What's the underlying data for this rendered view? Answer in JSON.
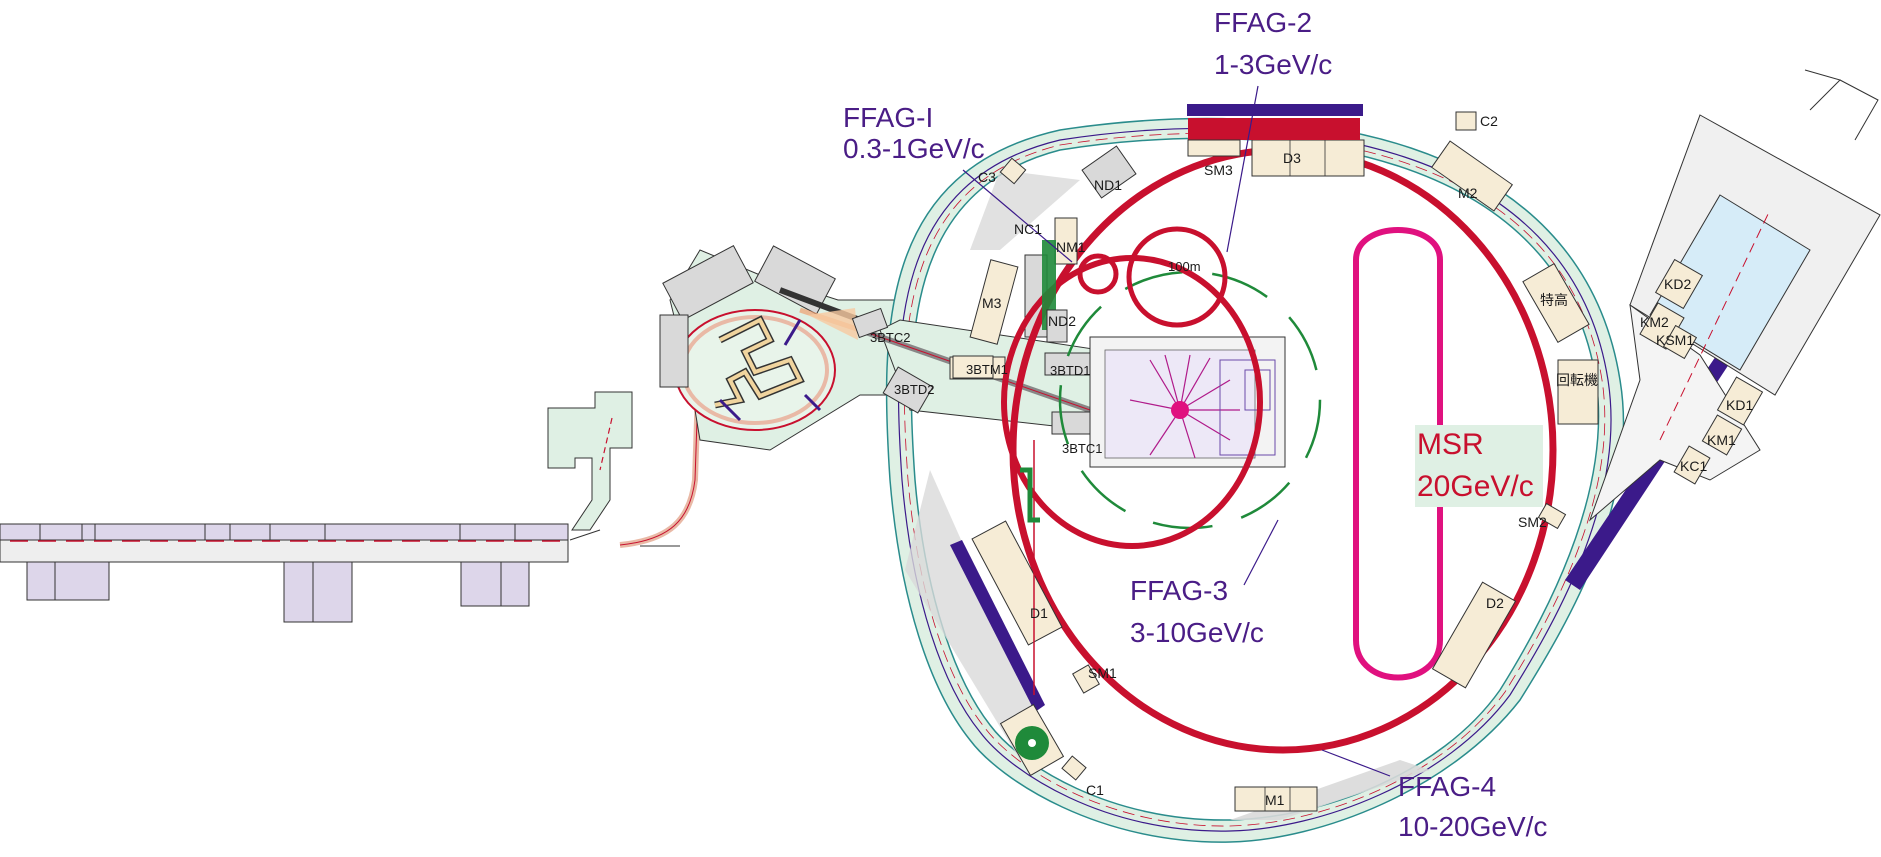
{
  "rings": {
    "ffag1": {
      "name": "FFAG-I",
      "energy": "0.3-1GeV/c"
    },
    "ffag2": {
      "name": "FFAG-2",
      "energy": "1-3GeV/c"
    },
    "ffag3": {
      "name": "FFAG-3",
      "energy": "3-10GeV/c"
    },
    "ffag4": {
      "name": "FFAG-4",
      "energy": "10-20GeV/c"
    },
    "msr": {
      "name": "MSR",
      "energy": "20GeV/c"
    }
  },
  "components": {
    "c1": "C1",
    "c2": "C2",
    "c3": "C3",
    "m1": "M1",
    "m2": "M2",
    "m3": "M3",
    "d1": "D1",
    "d2": "D2",
    "d3": "D3",
    "sm1": "SM1",
    "sm2": "SM2",
    "sm3": "SM3",
    "nd1": "ND1",
    "nd2": "ND2",
    "nc1": "NC1",
    "nm1": "NM1",
    "tokko": "特高",
    "kaitenki": "回転機",
    "kd1": "KD1",
    "kd2": "KD2",
    "km1": "KM1",
    "km2": "KM2",
    "kc1": "KC1",
    "ksm1": "KSM1",
    "btc1": "3BTC1",
    "btc2": "3BTC2",
    "btd1": "3BTD1",
    "btd2": "3BTD2",
    "btm1": "3BTM1",
    "scale": "100m"
  },
  "colors": {
    "ffag_text": "#4a1d86",
    "msr_text": "#c8102e",
    "ring_red": "#c8102e",
    "msr_track": "#e0117f",
    "tunnel_fill": "#dff0e4",
    "tunnel_edge": "#2a8c8c",
    "purple_segment": "#3b1a8a",
    "green": "#1f8a3a"
  }
}
